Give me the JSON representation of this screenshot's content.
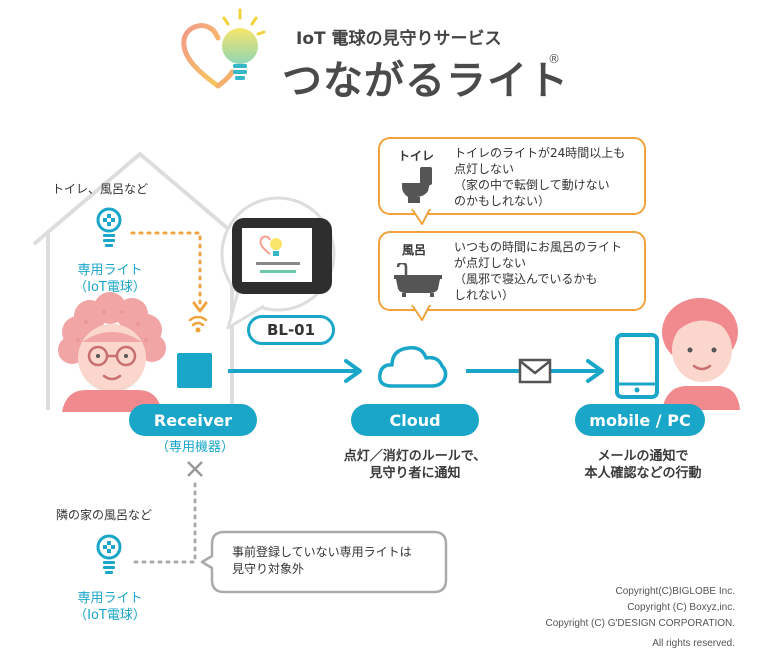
{
  "header": {
    "subtitle": "IoT 電球の見守りサービス",
    "title": "つながるライト",
    "registered": "®"
  },
  "house": {
    "location_label": "トイレ、風呂など",
    "light_label_1": "専用ライト",
    "light_label_2": "（IoT電球）"
  },
  "device": {
    "name": "BL-01"
  },
  "nodes": {
    "receiver": "Receiver",
    "receiver_sub": "（専用機器）",
    "cloud": "Cloud",
    "cloud_caption_1": "点灯／消灯のルールで、",
    "cloud_caption_2": "見守り者に通知",
    "mobile": "mobile / PC",
    "mobile_caption_1": "メールの通知で",
    "mobile_caption_2": "本人確認などの行動"
  },
  "alerts": {
    "toilet_label": "トイレ",
    "toilet_lines": [
      "トイレのライトが24時間以上も",
      "点灯しない",
      "（家の中で転倒して動けない",
      "のかもしれない）"
    ],
    "bath_label": "風呂",
    "bath_lines": [
      "いつもの時間にお風呂のライト",
      "が点灯しない",
      "（風邪で寝込んでいるかも",
      "しれない）"
    ]
  },
  "neighbor": {
    "location_label": "隣の家の風呂など",
    "light_label_1": "専用ライト",
    "light_label_2": "（IoT電球）",
    "note_1": "事前登録していない専用ライトは",
    "note_2": "見守り対象外"
  },
  "copyright": [
    "Copyright(C)BIGLOBE Inc.",
    "Copyright (C) Boxyz,inc.",
    "Copyright (C) G'DESIGN CORPORATION.",
    "All rights reserved."
  ],
  "colors": {
    "teal": "#1aa6c9",
    "orange": "#f0a23c",
    "pink": "#f08a8e",
    "gray_line": "#dddddd"
  }
}
